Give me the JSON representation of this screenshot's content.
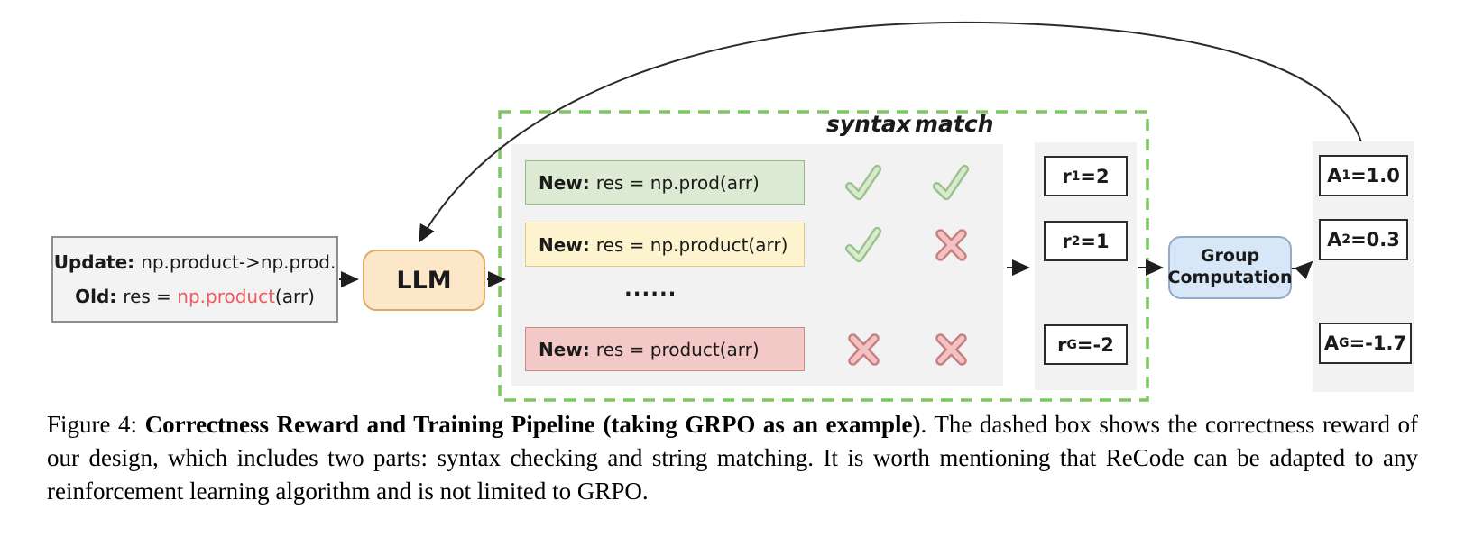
{
  "figure": {
    "update_box": {
      "update_label": "Update:",
      "update_text": "np.product->np.prod.",
      "old_label": "Old:",
      "old_pre": "res = ",
      "old_highlight": "np.product",
      "old_post": "(arr)"
    },
    "llm_label": "LLM",
    "column_headers": {
      "syntax": "syntax",
      "match": "match"
    },
    "candidates": [
      {
        "label": "New:",
        "code": "res = np.prod(arr)",
        "syntax_result": "pass",
        "match_result": "pass"
      },
      {
        "label": "New:",
        "code": "res = np.product(arr)",
        "syntax_result": "pass",
        "match_result": "fail"
      },
      {
        "label": "New:",
        "code": "res = product(arr)",
        "syntax_result": "fail",
        "match_result": "fail"
      }
    ],
    "ellipsis": "......",
    "rewards": [
      {
        "base": "r",
        "sub": "1",
        "value": "=2"
      },
      {
        "base": "r",
        "sub": "2",
        "value": "=1"
      },
      {
        "base": "r",
        "sub": "G",
        "value": "=-2"
      }
    ],
    "group_box": {
      "line1": "Group",
      "line2": "Computation"
    },
    "advantages": [
      {
        "base": "A",
        "sub": "1",
        "value": "=1.0"
      },
      {
        "base": "A",
        "sub": "2",
        "value": "=0.3"
      },
      {
        "base": "A",
        "sub": "G",
        "value": "=-1.7"
      }
    ],
    "colors": {
      "dashed_border": "#7cc560",
      "panel_bg": "#f2f2f2",
      "update_box_bg": "#f3f3f3",
      "llm_box_bg": "#fce7c8",
      "llm_box_border": "#ddab63",
      "green_row_bg": "#dcead3",
      "green_row_border": "#94ba84",
      "yellow_row_bg": "#fdf3cf",
      "yellow_row_border": "#e3c87e",
      "red_row_bg": "#f2c9c7",
      "red_row_border": "#c98b8b",
      "check_green": "#9cc28c",
      "cross_red": "#c67f7e",
      "group_box_bg": "#d8e7f7",
      "group_box_border": "#93abc7",
      "old_code_highlight": "#ef5a5e"
    }
  },
  "caption": {
    "prefix": "Figure 4: ",
    "bold": "Correctness Reward and Training Pipeline (taking GRPO as an example)",
    "rest": ". The dashed box shows the correctness reward of our design, which includes two parts: syntax checking and string matching. It is worth mentioning that ReCode can be adapted to any reinforcement learning algorithm and is not limited to GRPO."
  }
}
